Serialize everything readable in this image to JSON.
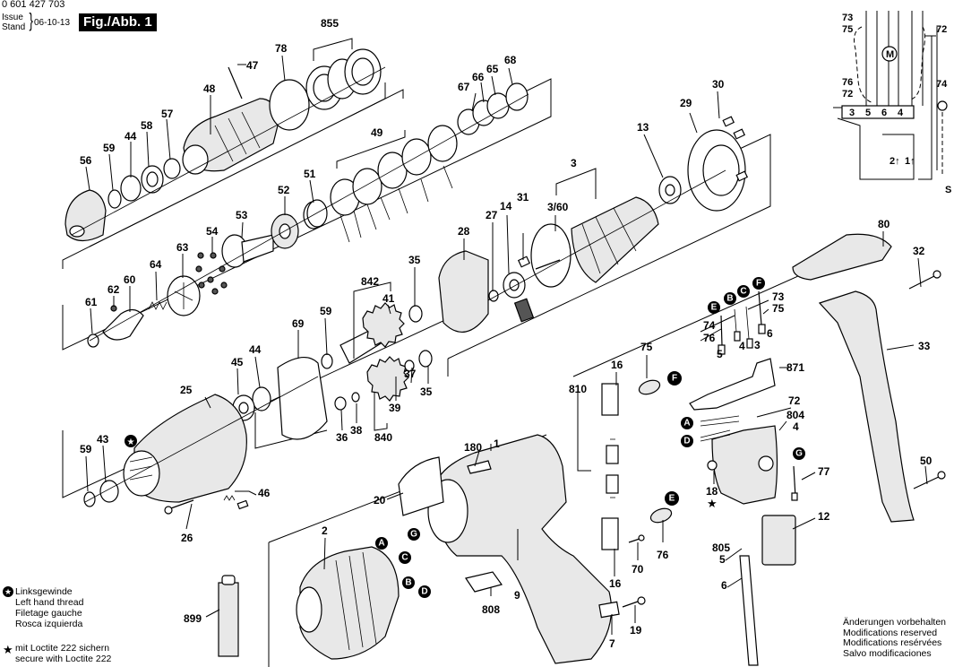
{
  "header": {
    "document_number": "0 601 427 703",
    "issue_label": "Issue",
    "stand_label": "Stand",
    "date": "06-10-13",
    "figure_label": "Fig./Abb. 1"
  },
  "legend": {
    "left_hand_thread": {
      "icon": "star-in-circle-icon",
      "lines": [
        "Linksgewinde",
        "Left hand thread",
        "Filetage gauche",
        "Rosca izquierda"
      ]
    },
    "loctite": {
      "icon": "star-icon",
      "lines": [
        "mit Loctite 222 sichern",
        "secure with Loctite 222"
      ]
    }
  },
  "modifications_notice": [
    "Änderungen vorbehalten",
    "Modifications reserved",
    "Modifications resérvées",
    "Salvo modificaciones"
  ],
  "part_labels": {
    "p855": "855",
    "p78": "78",
    "p47": "47",
    "p48": "48",
    "p57": "57",
    "p58": "58",
    "p44a": "44",
    "p59a": "59",
    "p56": "56",
    "p68": "68",
    "p65": "65",
    "p66": "66",
    "p67": "67",
    "p49": "49",
    "p51": "51",
    "p52": "52",
    "p53": "53",
    "p54": "54",
    "p63": "63",
    "p64": "64",
    "p60": "60",
    "p62": "62",
    "p61": "61",
    "p30": "30",
    "p29": "29",
    "p13": "13",
    "p3": "3",
    "p3_60": "3/60",
    "p31": "31",
    "p14": "14",
    "p27": "27",
    "p28": "28",
    "p35a": "35",
    "p842": "842",
    "p41": "41",
    "p59b": "59",
    "p69": "69",
    "p44b": "44",
    "p45": "45",
    "p25": "25",
    "p37": "37",
    "p35b": "35",
    "p39": "39",
    "p36": "36",
    "p38": "38",
    "p840": "840",
    "p59c": "59",
    "p43": "43",
    "p46": "46",
    "p26": "26",
    "p1": "1",
    "p180": "180",
    "p20": "20",
    "p2": "2",
    "p9": "9",
    "p808": "808",
    "p899": "899",
    "p810": "810",
    "p16a": "16",
    "p75a": "75",
    "p16b": "16",
    "p70": "70",
    "p76a": "76",
    "p7": "7",
    "p19": "19",
    "p73": "73",
    "p75b": "75",
    "p74": "74",
    "p76b": "76",
    "t5": "5",
    "t4": "4",
    "t3": "3",
    "t6": "6",
    "p871": "871",
    "p72": "72",
    "p804": "804",
    "p4": "4",
    "p18": "18",
    "p77": "77",
    "p12": "12",
    "p805": "805",
    "p5": "5",
    "p6": "6",
    "p80": "80",
    "p32": "32",
    "p33": "33",
    "p50": "50"
  },
  "callouts": {
    "A": "A",
    "B": "B",
    "C": "C",
    "D": "D",
    "E": "E",
    "F": "F",
    "G": "G"
  },
  "wiring_diagram": {
    "labels": {
      "w73": "73",
      "w75": "75",
      "w72a": "72",
      "w76": "76",
      "w72b": "72",
      "w74": "74"
    },
    "motor_label": "M",
    "terminals": [
      "3",
      "5",
      "6",
      "4"
    ],
    "switch_terminals": [
      "2↑",
      "1↑"
    ],
    "source_symbol": "S",
    "ground_icon": "ground-icon"
  }
}
